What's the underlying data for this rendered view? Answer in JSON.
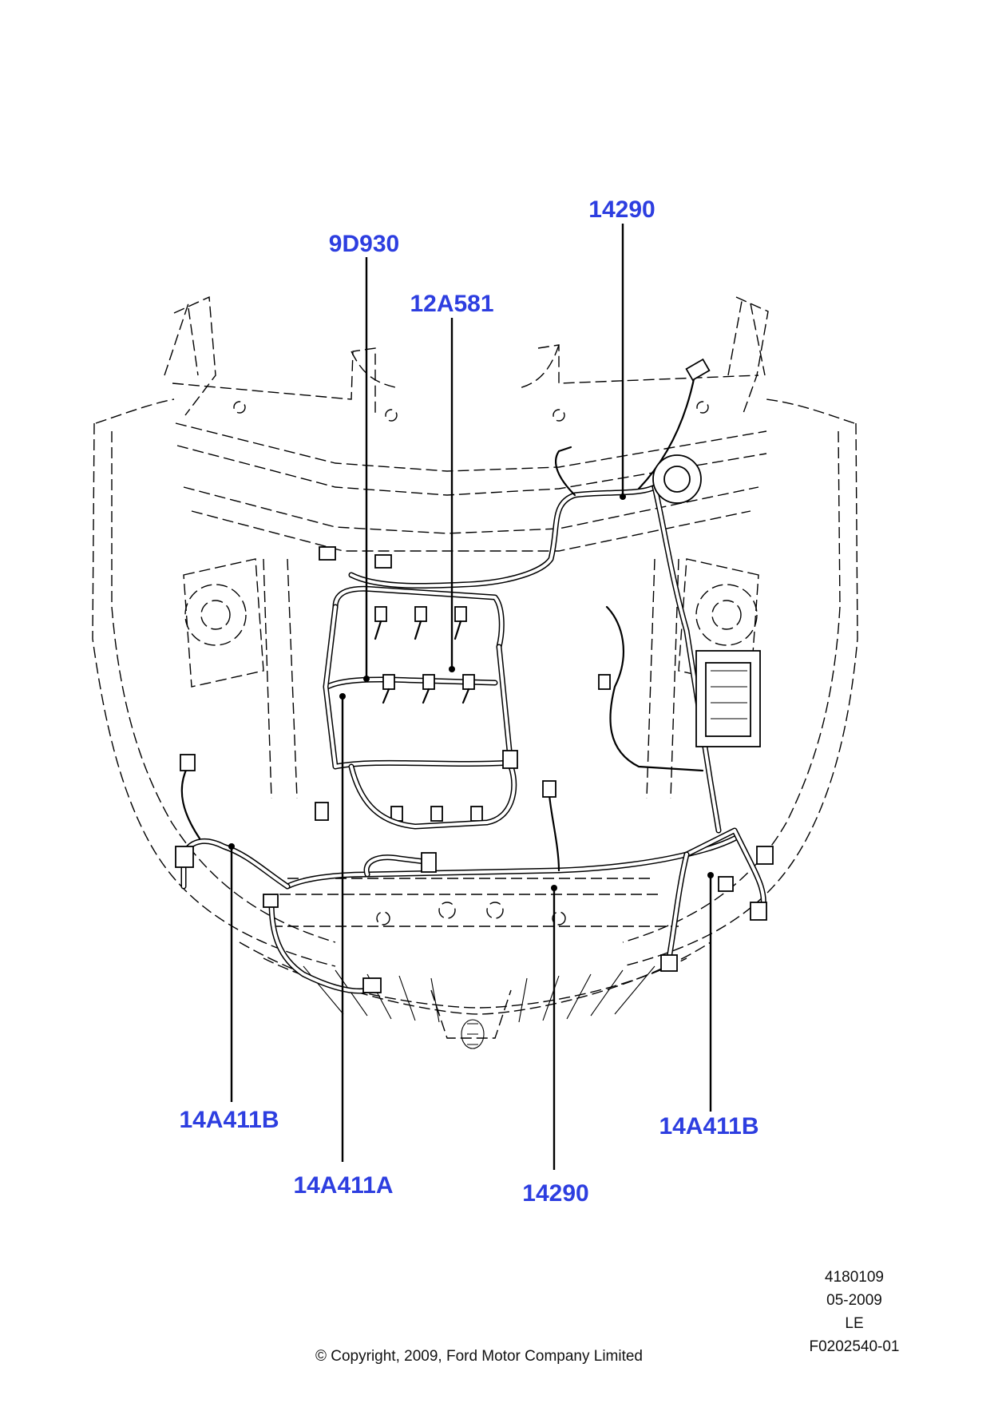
{
  "callouts": {
    "label_9D930": "9D930",
    "label_12A581": "12A581",
    "label_14290_top": "14290",
    "label_14A411B_left": "14A411B",
    "label_14A411A": "14A411A",
    "label_14290_bottom": "14290",
    "label_14A411B_right": "14A411B"
  },
  "reference": {
    "part_number": "4180109",
    "date": "05-2009",
    "code": "LE",
    "figure_id": "F0202540-01"
  },
  "copyright": "© Copyright, 2009, Ford Motor Company Limited",
  "colors": {
    "callout_text": "#2d3ee0",
    "line_art": "#000000",
    "background": "#ffffff"
  }
}
